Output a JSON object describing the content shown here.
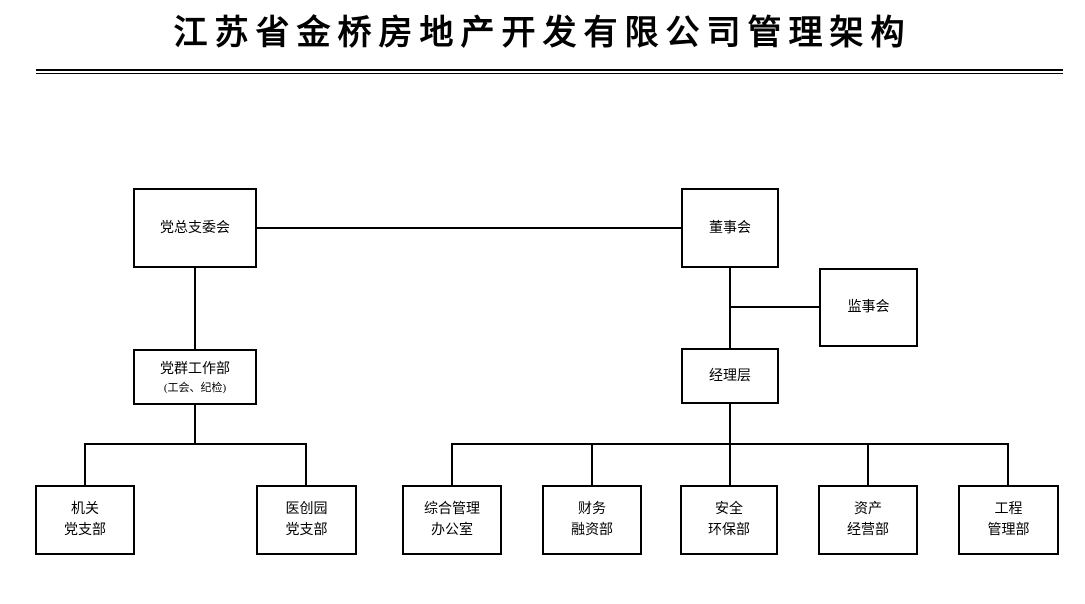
{
  "title": "江苏省金桥房地产开发有限公司管理架构",
  "colors": {
    "text": "#000000",
    "line": "#000000",
    "background": "#ffffff"
  },
  "nodes": {
    "party_committee": {
      "label": "党总支委会"
    },
    "board_of_directors": {
      "label": "董事会"
    },
    "supervisory_board": {
      "label": "监事会"
    },
    "party_work_dept": {
      "label": "党群工作部",
      "sublabel": "(工会、纪检)"
    },
    "management_team": {
      "label": "经理层"
    },
    "organ_party_branch": {
      "label": "机关\n党支部"
    },
    "yichuangyuan_party_branch": {
      "label": "医创园\n党支部"
    },
    "general_admin_office": {
      "label": "综合管理\n办公室"
    },
    "finance_financing_dept": {
      "label": "财务\n融资部"
    },
    "safety_environment_dept": {
      "label": "安全\n环保部"
    },
    "asset_operation_dept": {
      "label": "资产\n经营部"
    },
    "engineering_management_dept": {
      "label": "工程\n管理部"
    }
  }
}
